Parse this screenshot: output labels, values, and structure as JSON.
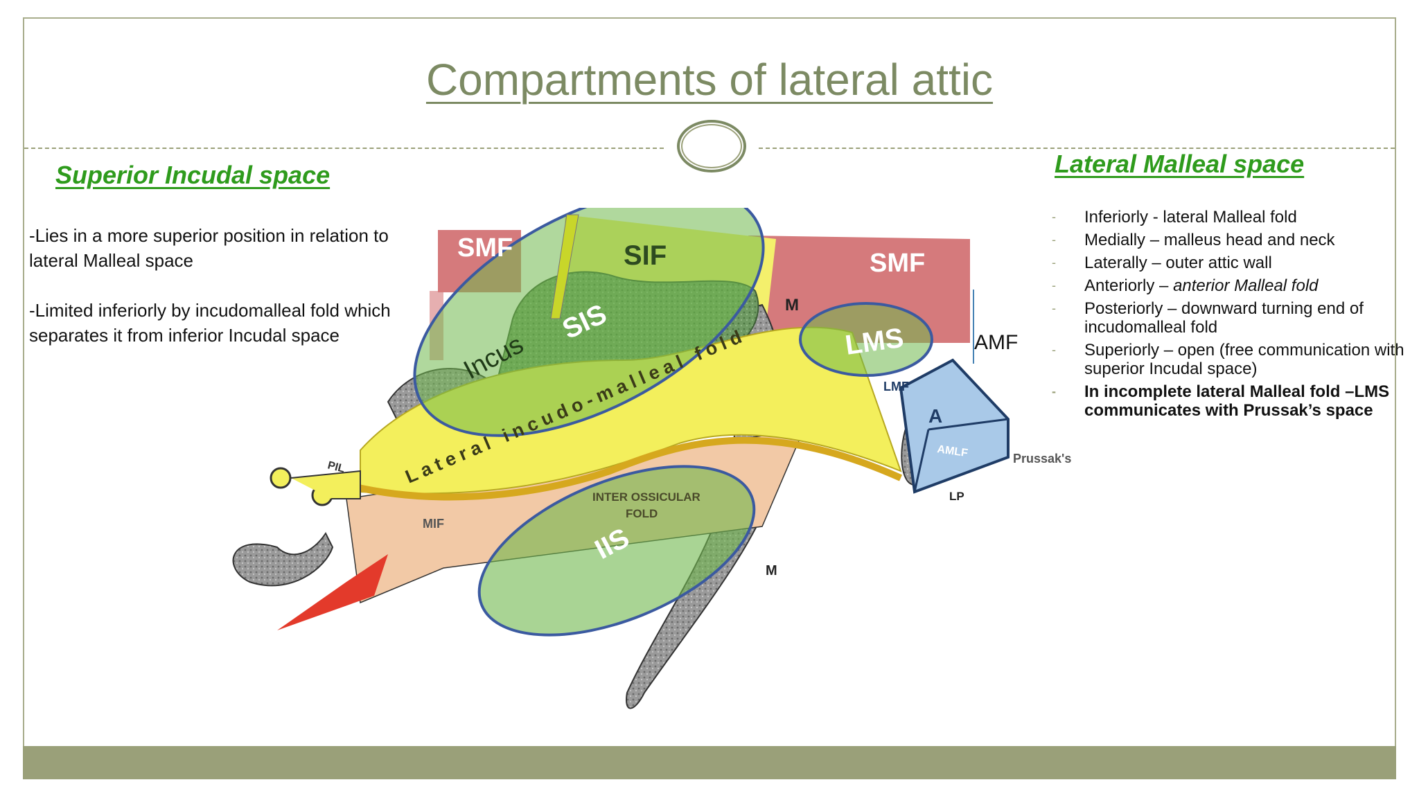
{
  "slide": {
    "title": "Compartments of lateral attic",
    "colors": {
      "frame": "#a8ad8c",
      "footer": "#9aa079",
      "title": "#7c8a63",
      "heading": "#2e9b1c"
    }
  },
  "left": {
    "heading": "Superior Incudal space",
    "paragraphs": [
      "-Lies in a more superior position in relation to lateral Malleal space",
      "-Limited inferiorly by incudomalleal fold which separates it from inferior  Incudal space"
    ]
  },
  "right": {
    "heading": "Lateral Malleal space",
    "bullet": "-",
    "items": [
      {
        "text": "Inferiorly - lateral Malleal fold"
      },
      {
        "text": "Medially – malleus head and neck"
      },
      {
        "text": "Laterally – outer attic wall"
      },
      {
        "text": "Anteriorly – ",
        "em": "anterior Malleal fold"
      },
      {
        "text": "Posteriorly – downward turning end of incudomalleal fold"
      },
      {
        "text": "Superiorly – open (free communication with superior Incudal space)"
      },
      {
        "text": "In incomplete lateral Malleal fold –LMS communicates with Prussak’s space",
        "bold": true
      }
    ]
  },
  "figure": {
    "amf": "AMF",
    "labels": {
      "smf_left": "SMF",
      "smf_right": "SMF",
      "sif": "SIF",
      "sis": "SIS",
      "incus": "Incus",
      "lms": "LMS",
      "m_top": "M",
      "lmf": "LMF",
      "a": "A",
      "amlf": "AMLF",
      "prussak": "Prussak's",
      "lp": "LP",
      "m_bottom": "M",
      "pil": "PIL",
      "mif": "MIF",
      "lateral_fold": "Lateral incudo-malleal fold",
      "inter_ossicular": "INTER OSSICULAR",
      "fold": "FOLD",
      "iis": "IIS"
    }
  }
}
